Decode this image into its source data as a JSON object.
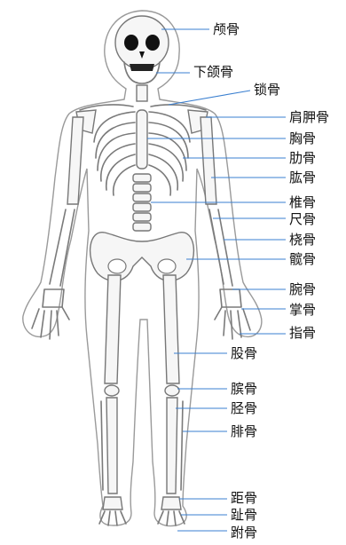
{
  "labels": {
    "skull": "颅骨",
    "mandible": "下颌骨",
    "clavicle": "锁骨",
    "scapula": "肩胛骨",
    "sternum": "胸骨",
    "ribs": "肋骨",
    "humerus": "肱骨",
    "vertebrae": "椎骨",
    "ulna": "尺骨",
    "radius": "桡骨",
    "hipbone": "髋骨",
    "carpals": "腕骨",
    "metacarpals": "掌骨",
    "phalanges": "指骨",
    "femur": "股骨",
    "patella": "膑骨",
    "tibia": "胫骨",
    "fibula": "腓骨",
    "talus": "距骨",
    "toes": "趾骨",
    "tarsals": "跗骨"
  },
  "colors": {
    "leader": "#3a7fd0",
    "bone": "#7a7a7a",
    "skull": "#111111"
  }
}
